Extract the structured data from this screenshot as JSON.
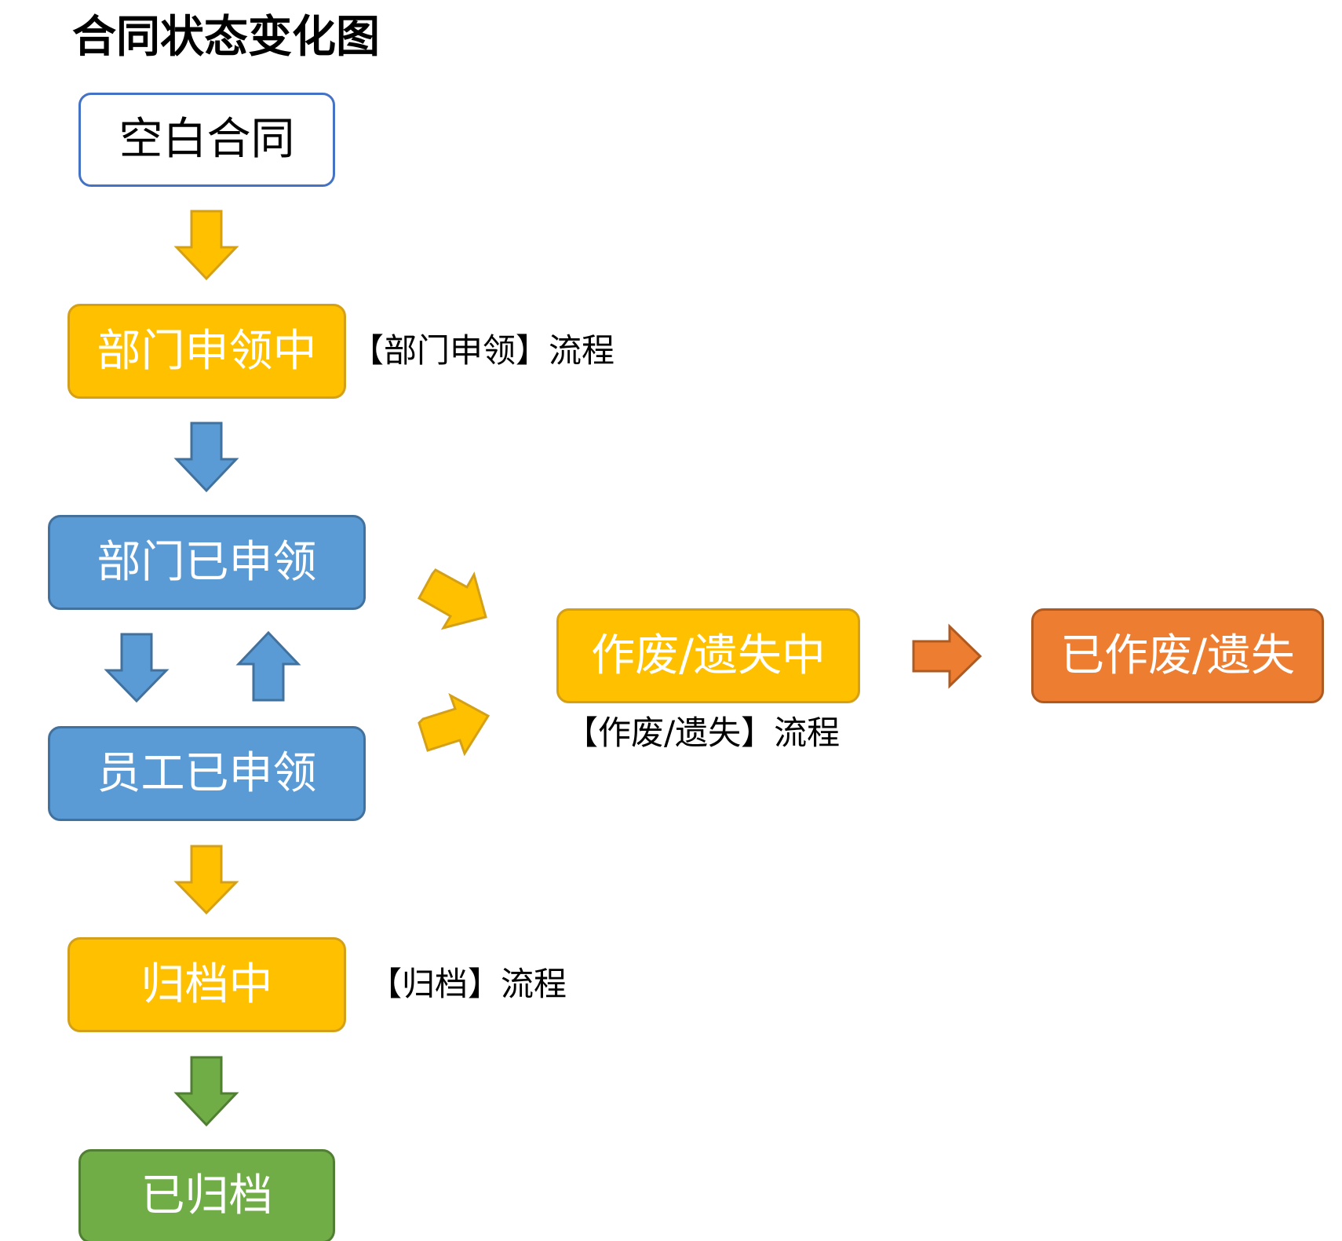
{
  "diagram": {
    "title": "合同状态变化图",
    "colors": {
      "white_fill": "#ffffff",
      "white_border": "#4472c4",
      "yellow": "#ffc000",
      "yellow_border": "#d4a017",
      "blue": "#5b9bd5",
      "blue_border": "#41719c",
      "green": "#70ad47",
      "green_border": "#507e32",
      "orange": "#ed7d31",
      "orange_border": "#ae5a21",
      "text_dark": "#000000",
      "text_light": "#ffffff"
    },
    "nodes": {
      "blank": "空白合同",
      "dept_applying": "部门申领中",
      "dept_applied": "部门已申领",
      "staff_applied": "员工已申领",
      "archiving": "归档中",
      "archived": "已归档",
      "voiding": "作废/遗失中",
      "voided": "已作废/遗失"
    },
    "notes": {
      "dept_apply_flow": "【部门申领】流程",
      "void_flow": "【作废/遗失】流程",
      "archive_flow": "【归档】流程"
    },
    "arrows": [
      {
        "from": "blank",
        "to": "dept_applying",
        "color": "yellow"
      },
      {
        "from": "dept_applying",
        "to": "dept_applied",
        "color": "blue"
      },
      {
        "from": "dept_applied",
        "to": "staff_applied",
        "color": "blue"
      },
      {
        "from": "staff_applied",
        "to": "dept_applied",
        "color": "blue"
      },
      {
        "from": "dept_applied",
        "to": "voiding",
        "color": "yellow"
      },
      {
        "from": "staff_applied",
        "to": "voiding",
        "color": "yellow"
      },
      {
        "from": "staff_applied",
        "to": "archiving",
        "color": "yellow"
      },
      {
        "from": "archiving",
        "to": "archived",
        "color": "green"
      },
      {
        "from": "voiding",
        "to": "voided",
        "color": "orange"
      }
    ]
  }
}
